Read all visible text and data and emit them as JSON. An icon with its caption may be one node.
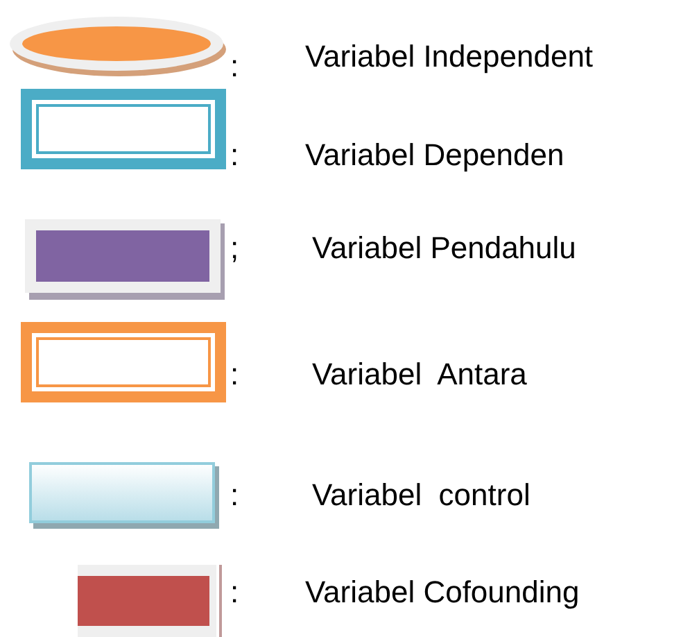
{
  "diagram": {
    "labels": [
      ":",
      ":",
      ";",
      ":",
      ":",
      ":"
    ],
    "legend": [
      {
        "text": "Variabel Independent",
        "color": "#f79646"
      },
      {
        "text": "Variabel Dependen",
        "color": "#4bacc6"
      },
      {
        "text": "Variabel Pendahulu",
        "color": "#8064a2"
      },
      {
        "text": "Variabel  Antara",
        "color": "#f79646"
      },
      {
        "text": "Variabel  control",
        "color": "#b7dde8"
      },
      {
        "text": "Variabel Cofounding",
        "color": "#c0504d"
      }
    ]
  }
}
